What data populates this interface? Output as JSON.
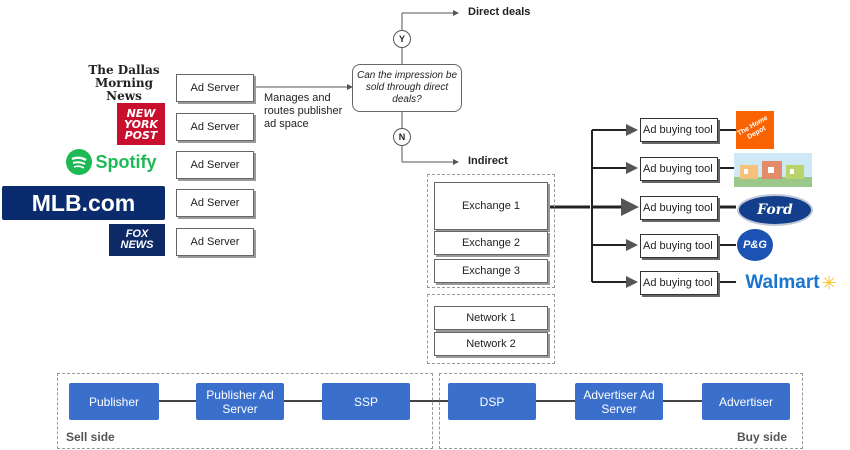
{
  "publishers": [
    {
      "name": "The Dallas Morning News"
    },
    {
      "name": "NEW YORK POST"
    },
    {
      "name": "Spotify"
    },
    {
      "name": "MLB.com"
    },
    {
      "name": "FOX NEWS"
    }
  ],
  "ad_server_label": "Ad Server",
  "manages_text": "Manages and routes publisher ad space",
  "decision_text": "Can the impression be sold through direct deals?",
  "yes_label": "Y",
  "no_label": "N",
  "direct_deals": "Direct deals",
  "indirect": "Indirect",
  "exchanges": [
    "Exchange 1",
    "Exchange 2",
    "Exchange 3"
  ],
  "networks": [
    "Network 1",
    "Network 2"
  ],
  "ad_buying_tool": "Ad buying tool",
  "advertisers": [
    {
      "name": "The Home Depot"
    },
    {
      "name": "storefront"
    },
    {
      "name": "Ford"
    },
    {
      "name": "P&G"
    },
    {
      "name": "Walmart"
    }
  ],
  "chain": {
    "sell": [
      "Publisher",
      "Publisher Ad Server",
      "SSP"
    ],
    "buy": [
      "DSP",
      "Advertiser Ad Server",
      "Advertiser"
    ],
    "sell_label": "Sell side",
    "buy_label": "Buy side"
  }
}
